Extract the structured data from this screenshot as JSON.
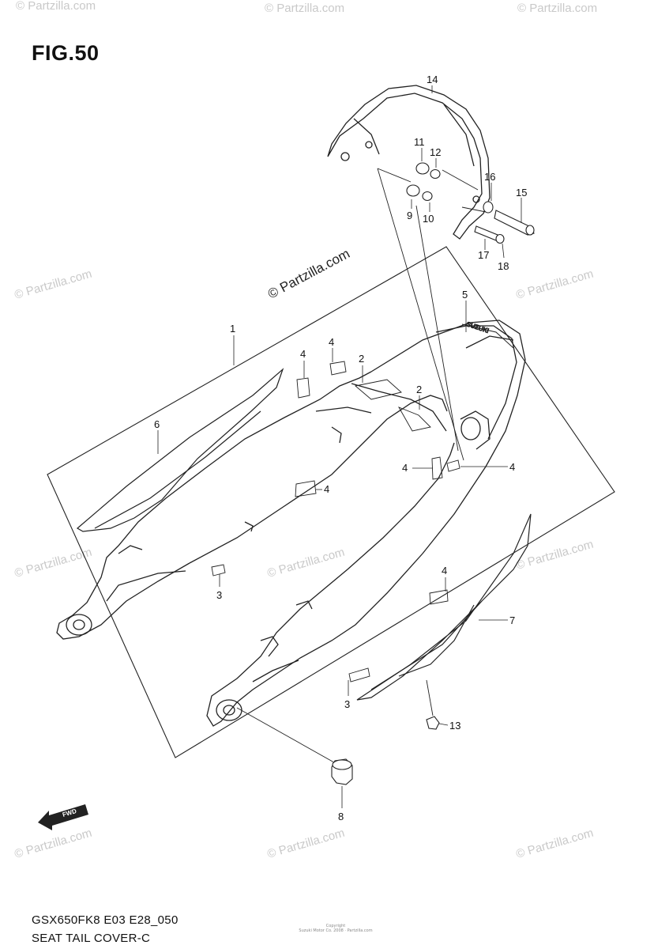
{
  "figure_title": "FIG.50",
  "model_code": "GSX650FK8 E03 E28_050",
  "section_title": "SEAT TAIL COVER-C",
  "watermark": "© Partzilla.com",
  "main_watermark": "© Partzilla.com",
  "copyright_small_1": "Copyright",
  "copyright_small_2": "Suzuki Motor Co. 2008 · Partzilla.com",
  "fwd_label": "FWD",
  "callouts": {
    "c1": "1",
    "c2a": "2",
    "c2b": "2",
    "c3a": "3",
    "c3b": "3",
    "c4a": "4",
    "c4b": "4",
    "c4c": "4",
    "c4d": "4",
    "c4e": "4",
    "c4f": "4",
    "c5": "5",
    "c6": "6",
    "c7": "7",
    "c8": "8",
    "c9": "9",
    "c10": "10",
    "c11": "11",
    "c12": "12",
    "c13": "13",
    "c14": "14",
    "c15": "15",
    "c16": "16",
    "c17": "17",
    "c18": "18"
  }
}
